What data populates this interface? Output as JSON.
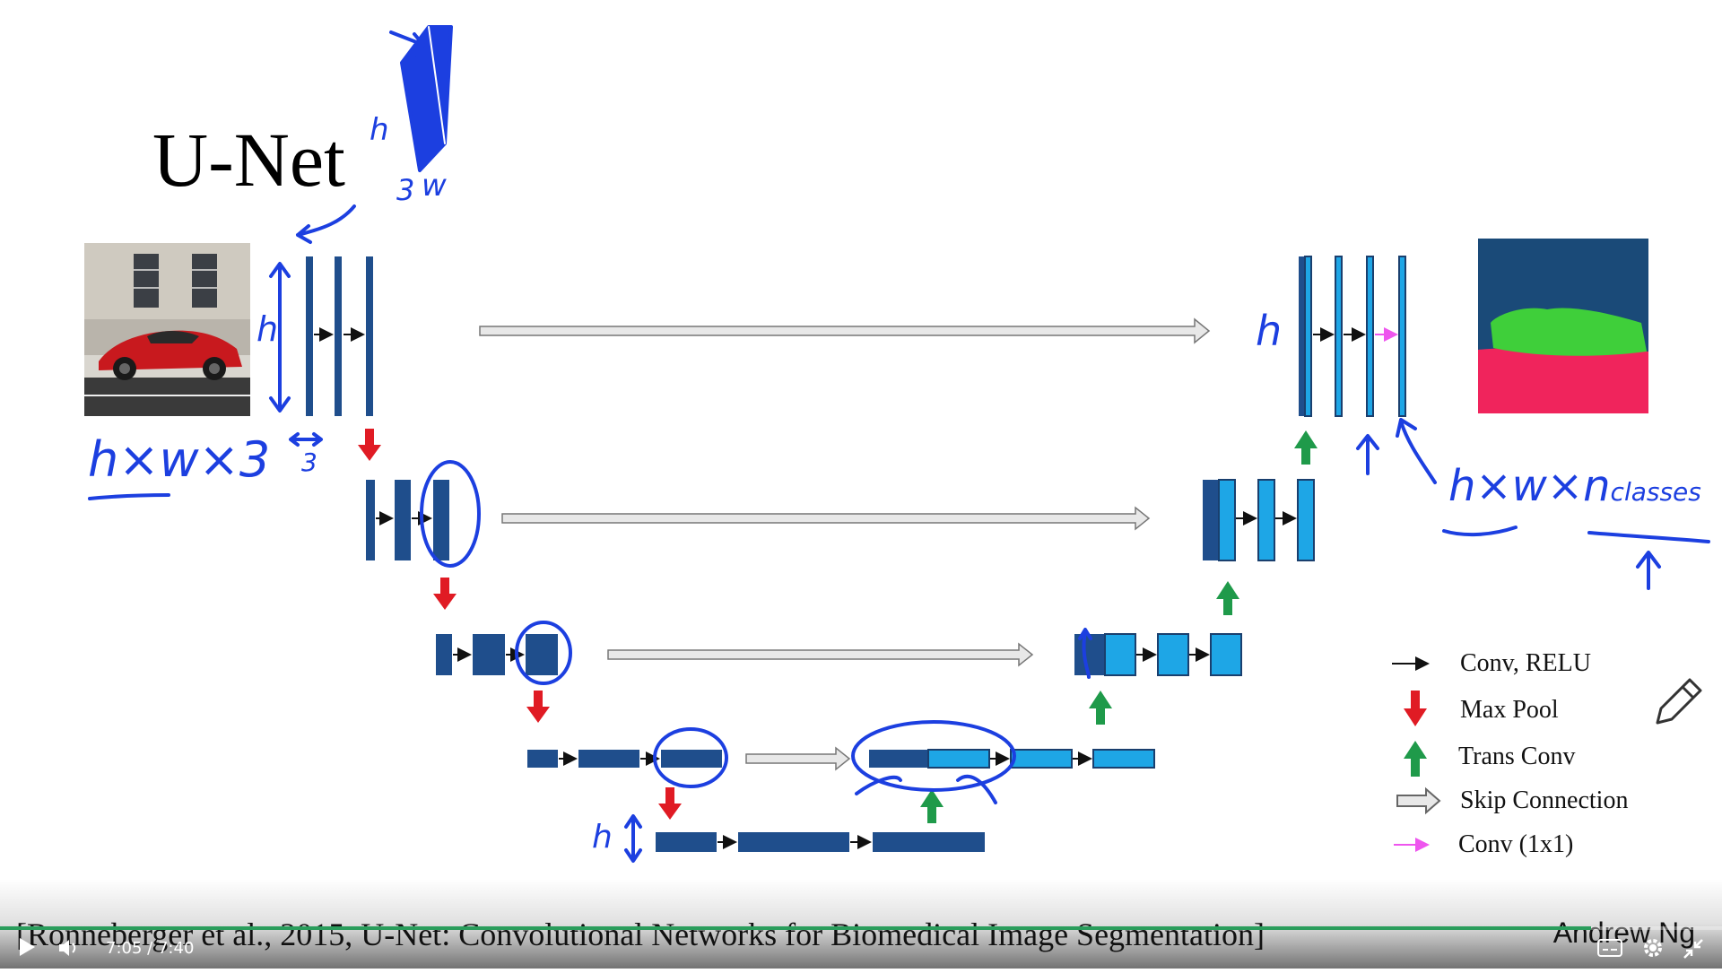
{
  "slide": {
    "title": "U-Net",
    "citation": "[Ronneberger et al., 2015, U-Net: Convolutional Networks for Biomedical Image Segmentation]",
    "author": "Andrew Ng",
    "legend": [
      {
        "label": "Conv, RELU",
        "icon": "black-arrow-icon"
      },
      {
        "label": "Max Pool",
        "icon": "red-down-arrow-icon"
      },
      {
        "label": "Trans Conv",
        "icon": "green-up-arrow-icon"
      },
      {
        "label": "Skip Connection",
        "icon": "gray-skip-arrow-icon"
      },
      {
        "label": "Conv (1x1)",
        "icon": "pink-arrow-icon"
      }
    ],
    "annotations": {
      "input_dims": "h×w×3",
      "output_dims": "h×w×n",
      "output_subscript": "classes",
      "h": "h",
      "w": "w",
      "three": "3"
    }
  },
  "player": {
    "current_time": "7:05",
    "separator": "/",
    "duration": "7:40",
    "progress": 0.924
  },
  "colors": {
    "block_dark": "#1f4e8c",
    "block_light": "#1ea6e6",
    "maxpool": "#e01b24",
    "transconv": "#1f9a4a",
    "skip": "#e8e8e8",
    "conv1x1": "#ee55ee",
    "ink": "#1c3fe0",
    "seg_bg": "#1a4a78",
    "seg_car": "#3fcf3a",
    "seg_road": "#f0245c",
    "progress": "#2a9d5c"
  }
}
